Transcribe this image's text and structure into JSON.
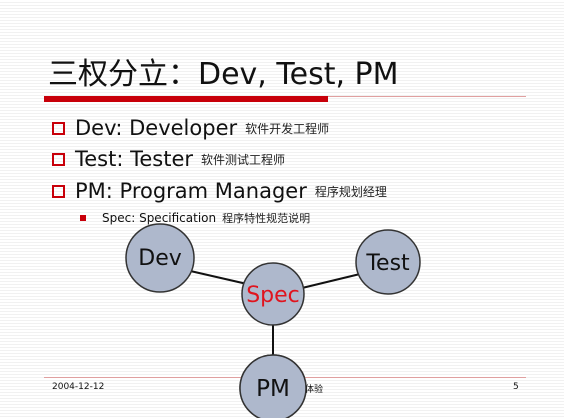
{
  "title": {
    "zh": "三权分立：",
    "en": "Dev, Test, PM"
  },
  "bullets": [
    {
      "main": "Dev: Developer",
      "note": "软件开发工程师"
    },
    {
      "main": "Test: Tester",
      "note": "软件测试工程师"
    },
    {
      "main": "PM: Program Manager",
      "note": "程序规划经理"
    }
  ],
  "sub_bullet": {
    "main": "Spec: Specification",
    "note": "程序特性规范说明"
  },
  "diagram": {
    "nodes": {
      "dev": "Dev",
      "test": "Test",
      "spec": "Spec",
      "pm": "PM"
    },
    "colors": {
      "node_fill": "#aeb8cc",
      "node_stroke": "#333333",
      "spec_text": "#e0141e",
      "text": "#111111"
    }
  },
  "footer": {
    "date": "2004-12-12",
    "center": "人体验",
    "page": "5"
  },
  "colors": {
    "accent": "#c8000a"
  }
}
